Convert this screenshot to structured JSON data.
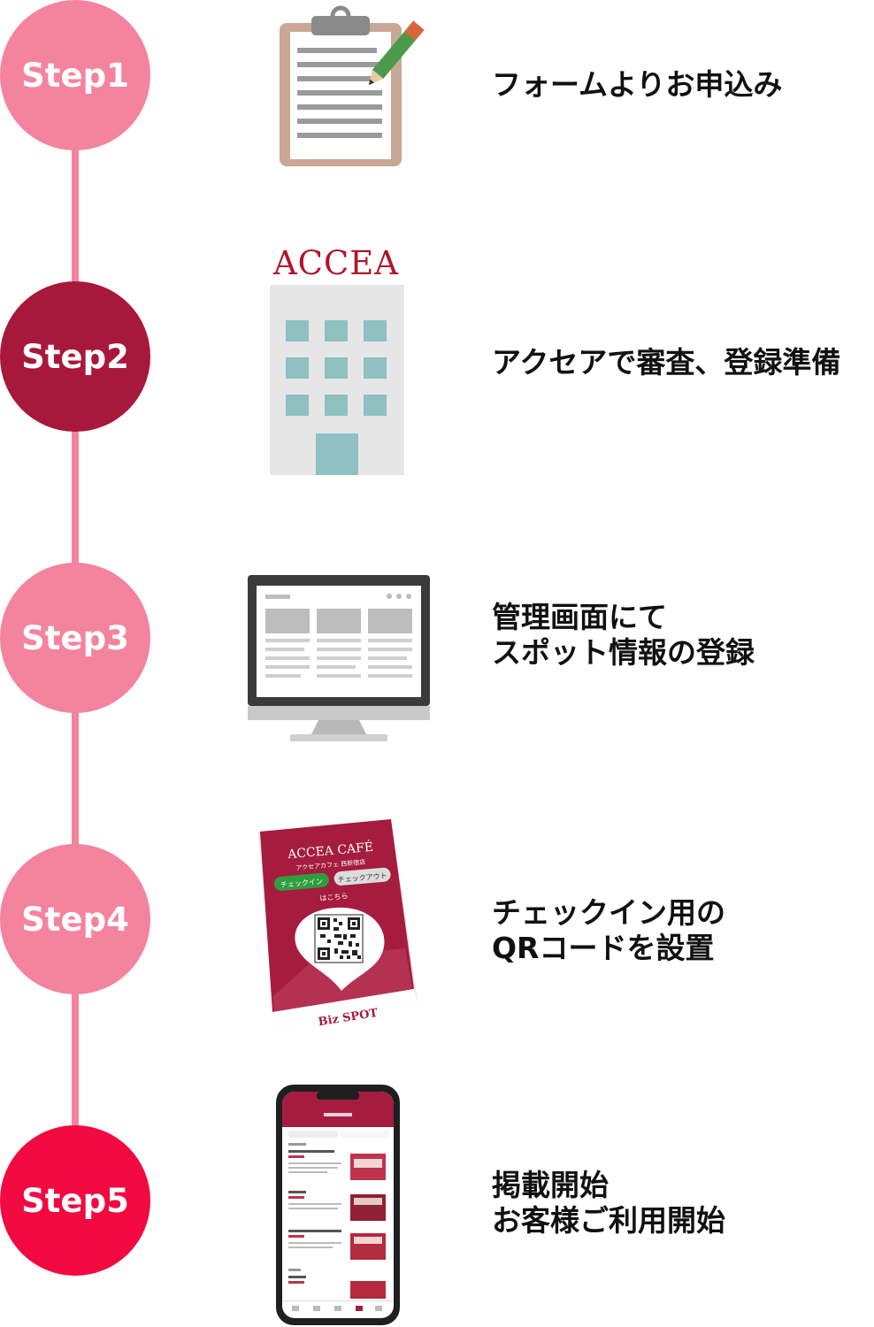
{
  "colors": {
    "step_light": "#f4839e",
    "step_dark": "#a8183a",
    "step_bright": "#f10940",
    "brand": "#b2142a"
  },
  "steps": [
    {
      "label": "Step1",
      "lines": [
        "フォームよりお申込み"
      ],
      "icon": "clipboard-icon"
    },
    {
      "label": "Step2",
      "lines": [
        "アクセアで審査、登録準備"
      ],
      "icon": "building-icon"
    },
    {
      "label": "Step3",
      "lines": [
        "管理画面にて",
        "スポット情報の登録"
      ],
      "icon": "monitor-icon"
    },
    {
      "label": "Step4",
      "lines": [
        "チェックイン用の",
        "QRコードを設置"
      ],
      "icon": "qr-stand-icon"
    },
    {
      "label": "Step5",
      "lines": [
        "掲載開始",
        "お客様ご利用開始"
      ],
      "icon": "smartphone-icon"
    }
  ],
  "building": {
    "logo": "ACCEA"
  },
  "stand": {
    "title": "ACCEA CAFÉ",
    "subtitle": "アクセアカフェ 西新宿店",
    "checkin": "チェックイン",
    "checkout": "チェックアウト",
    "prompt": "はこちら",
    "brand": "Biz SPOT"
  }
}
